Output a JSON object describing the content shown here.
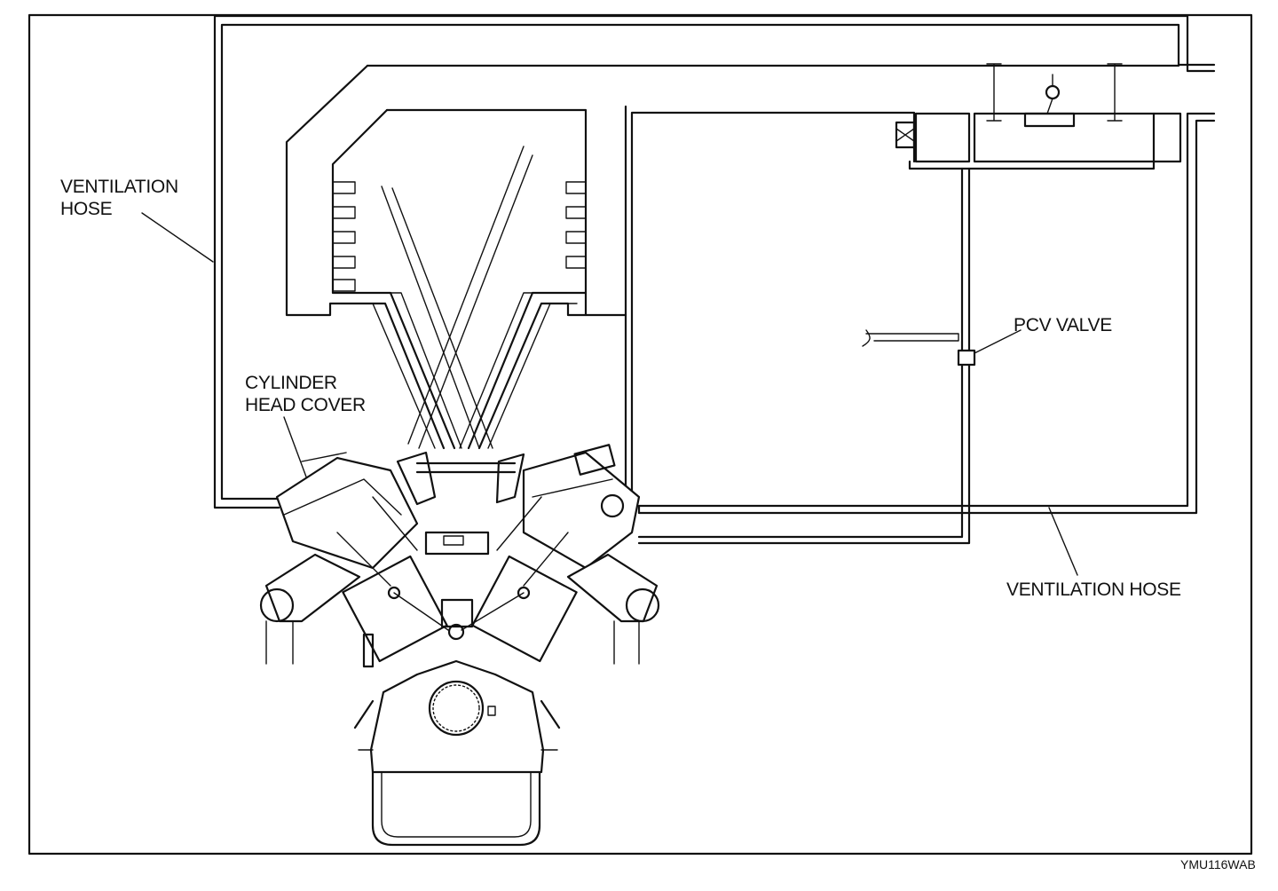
{
  "labels": {
    "ventilation_hose_left_line1": "VENTILATION",
    "ventilation_hose_left_line2": "HOSE",
    "cylinder_head_cover_line1": "CYLINDER",
    "cylinder_head_cover_line2": "HEAD COVER",
    "pcv_valve": "PCV VALVE",
    "ventilation_hose_bottom": "VENTILATION HOSE"
  },
  "figure_code": "YMU116WAB",
  "colors": {
    "line": "#111111",
    "background": "#ffffff"
  }
}
